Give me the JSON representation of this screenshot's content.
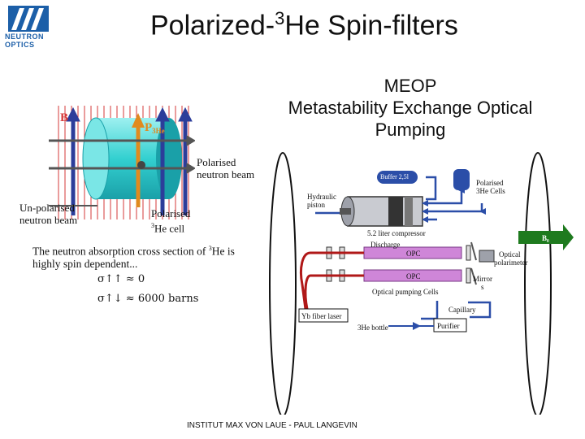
{
  "header": {
    "title_prefix": "Polarized-",
    "title_sup": "3",
    "title_suffix": "He Spin-filters",
    "logo_line1": "NEUTRON",
    "logo_line2": "OPTICS"
  },
  "meop": {
    "line1": "MEOP",
    "line2": "Metastability Exchange Optical",
    "line3": "Pumping"
  },
  "left_diagram": {
    "b_label": "B",
    "p_label": "P",
    "p_sub": "3He",
    "polarised_beam_1": "Polarised",
    "polarised_beam_2": "neutron beam",
    "unpolarised_1": "Un-polarised",
    "unpolarised_2": "neutron beam",
    "cell_1": "Polarised",
    "cell_2_sup": "3",
    "cell_2": "He cell",
    "cross_section_1a": "The neutron absorption cross section of ",
    "cross_section_1sup": "3",
    "cross_section_1b": "He is",
    "cross_section_2": "highly spin dependent...",
    "sigma_up_up": "σ↑↑ ≈ 0",
    "sigma_up_down": "σ↑↓ ≈ 6000 barns"
  },
  "right_diagram": {
    "buffer": "Buffer 2,5l",
    "polarised_cells_1": "Polarised",
    "polarised_cells_2": "3He Cells",
    "hydraulic_1": "Hydraulic",
    "hydraulic_2": "piston",
    "compressor": "5.2 liter compressor",
    "b0": "B₀",
    "discharge": "Discharge",
    "opc1": "OPC",
    "opc2": "OPC",
    "optical_polarimeter_1": "Optical",
    "optical_polarimeter_2": "polarimeter",
    "mirrors_1": "Mirror",
    "mirrors_2": "s",
    "optical_pumping_cells": "Optical pumping Cells",
    "capillary": "Capillary",
    "yb_laser": "Yb fiber laser",
    "he_bottle": "3He bottle",
    "purifier": "Purifier"
  },
  "footer": {
    "text": "INSTITUT MAX VON LAUE - PAUL LANGEVIN"
  },
  "colors": {
    "logo_blue": "#1c5fa8",
    "cyan_cell": "#33d0d0",
    "field_red": "#d63a3a",
    "arrow_blue": "#2c3d9a",
    "p_arrow_orange": "#e08a1e",
    "b0_green": "#1e7a1e",
    "laser_red": "#b01818",
    "cell_purple": "#cf86d8",
    "pipe_blue": "#2b4ea8"
  }
}
